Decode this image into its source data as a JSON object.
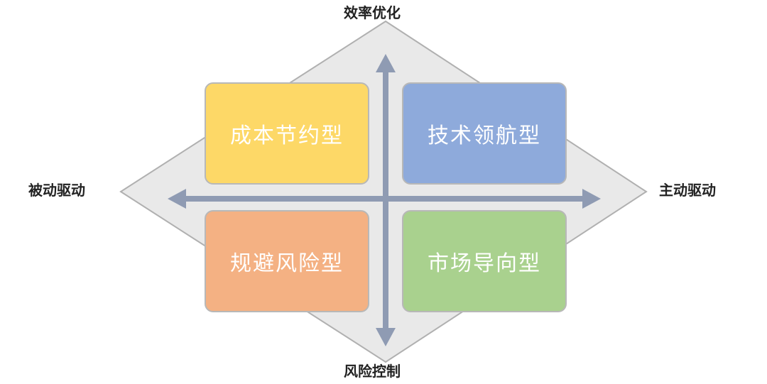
{
  "axes": {
    "top": "效率优化",
    "bottom": "风险控制",
    "left": "被动驱动",
    "right": "主动驱动"
  },
  "quadrants": [
    {
      "label": "成本节约型",
      "color": "#fdd867"
    },
    {
      "label": "技术领航型",
      "color": "#8eaadb"
    },
    {
      "label": "规避风险型",
      "color": "#f4b183"
    },
    {
      "label": "市场导向型",
      "color": "#a9d18e"
    }
  ],
  "colors": {
    "diamond_fill": "#e9e9e9",
    "diamond_stroke": "#b0b0b0",
    "arrow": "#8f9bb3"
  }
}
